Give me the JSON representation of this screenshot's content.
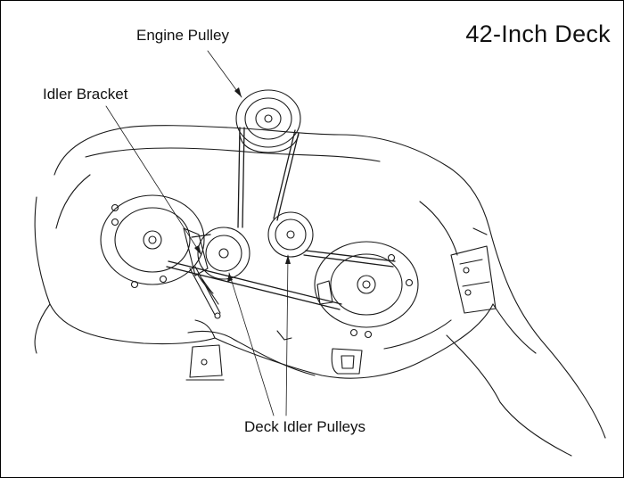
{
  "diagram": {
    "title": "42-Inch Deck",
    "labels": {
      "engine_pulley": "Engine Pulley",
      "idler_bracket": "Idler Bracket",
      "deck_idler_pulleys": "Deck Idler Pulleys"
    },
    "colors": {
      "line": "#1a1a1a",
      "background": "#ffffff"
    }
  }
}
